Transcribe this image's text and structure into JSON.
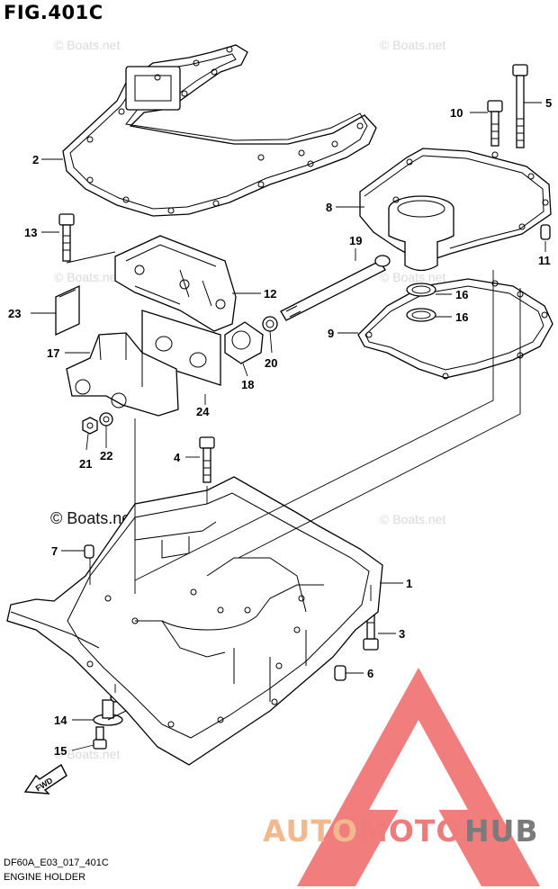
{
  "figure": {
    "title": "FIG.401C",
    "code": "DF60A_E03_017_401C",
    "name": "ENGINE HOLDER"
  },
  "watermarks": {
    "site": "© Boats.net",
    "brand": [
      "AUTO",
      "MOTO",
      "HUB"
    ]
  },
  "callouts": {
    "c1": "1",
    "c2": "2",
    "c3": "3",
    "c4": "4",
    "c5": "5",
    "c6": "6",
    "c7": "7",
    "c8": "8",
    "c9": "9",
    "c10": "10",
    "c11": "11",
    "c12": "12",
    "c13": "13",
    "c14": "14",
    "c15": "15",
    "c16a": "16",
    "c16b": "16",
    "c17": "17",
    "c18": "18",
    "c19": "19",
    "c20": "20",
    "c21": "21",
    "c22": "22",
    "c23": "23",
    "c24": "24"
  },
  "fwd_label": "FWD",
  "colors": {
    "brand_logo_red": "#ef6f6f",
    "brand_auto": "#f2b98f",
    "brand_hub": "#7b7b7b"
  }
}
